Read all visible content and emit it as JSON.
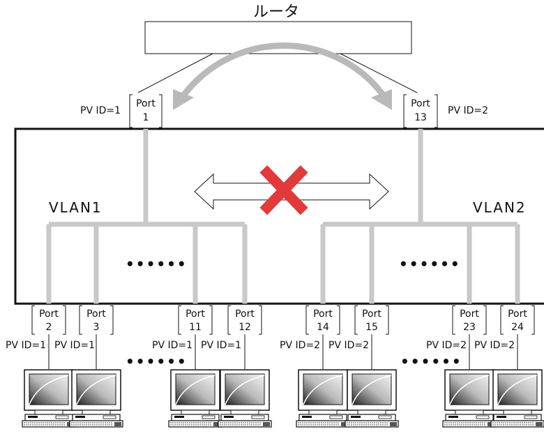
{
  "router": {
    "label": "ルータ"
  },
  "top_ports": [
    {
      "port": "Port",
      "num": "1",
      "pvid": "PV ID=1"
    },
    {
      "port": "Port",
      "num": "13",
      "pvid": "PV ID=2"
    }
  ],
  "vlans": [
    {
      "name": "VLAN1"
    },
    {
      "name": "VLAN2"
    }
  ],
  "ellipsis": "••••••",
  "bottom_ports": [
    {
      "port": "Port",
      "num": "2",
      "pvid": "PV ID=1"
    },
    {
      "port": "Port",
      "num": "3",
      "pvid": "PV ID=1"
    },
    {
      "port": "Port",
      "num": "11",
      "pvid": "PV ID=1"
    },
    {
      "port": "Port",
      "num": "12",
      "pvid": "PV ID=1"
    },
    {
      "port": "Port",
      "num": "14",
      "pvid": "PV ID=2"
    },
    {
      "port": "Port",
      "num": "15",
      "pvid": "PV ID=2"
    },
    {
      "port": "Port",
      "num": "23",
      "pvid": "PV ID=2"
    },
    {
      "port": "Port",
      "num": "24",
      "pvid": "PV ID=2"
    }
  ],
  "colors": {
    "wire": "#c8c8c8",
    "block": "#e23a3a",
    "line": "#111111"
  }
}
